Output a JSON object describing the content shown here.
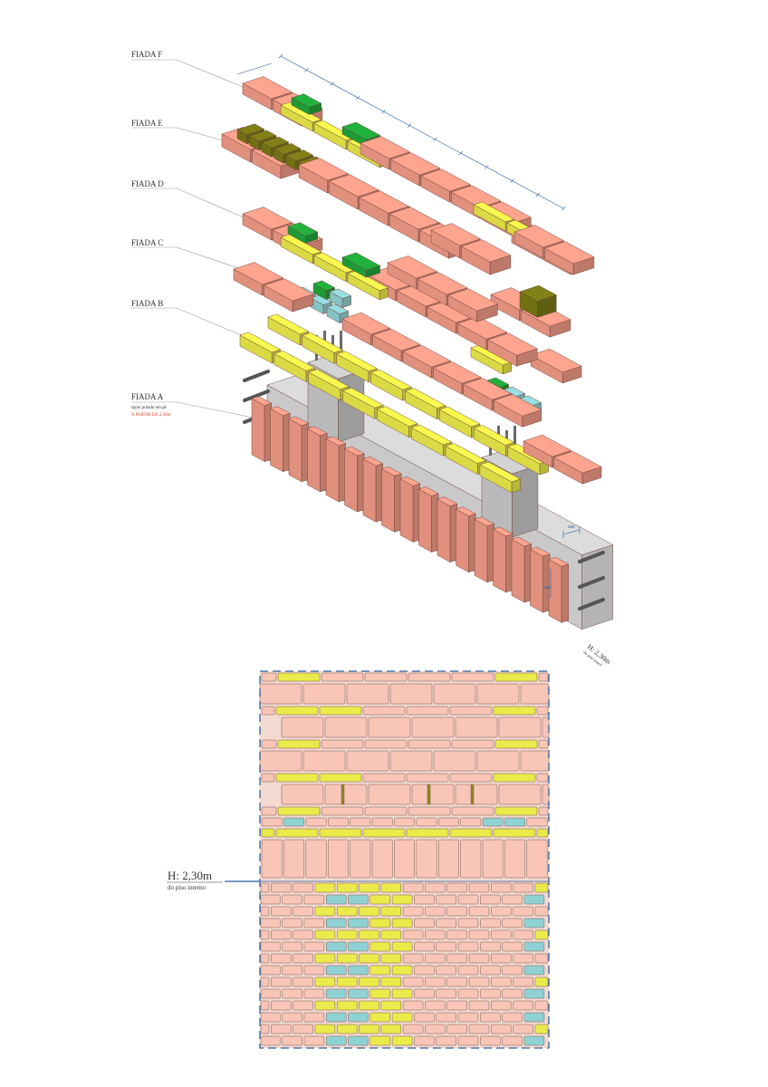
{
  "labels": {
    "fiada_f": "FIADA F",
    "fiada_e": "FIADA E",
    "fiada_d": "FIADA D",
    "fiada_c": "FIADA C",
    "fiada_b": "FIADA B",
    "fiada_a": "FIADA A",
    "fiada_a_sub1": "tijolo pulado em pé",
    "fiada_a_sub2": "A PARTIR DE 2,30m"
  },
  "height_marker": {
    "value": "H: 2,30m",
    "caption": "do piso interno"
  },
  "iso_height_marker": {
    "value": "H: 2,30m",
    "caption": "do piso interno"
  },
  "dimensions": [
    "190",
    "190"
  ],
  "colors": {
    "brick": "#f29b87",
    "brick_light": "#f8c5b6",
    "yellow": "#eaea4a",
    "olive": "#7a7a16",
    "green": "#1fa83a",
    "cyan": "#8fd2d4",
    "concrete": "#cfcfcf",
    "dim_line": "#2a5fa0"
  }
}
